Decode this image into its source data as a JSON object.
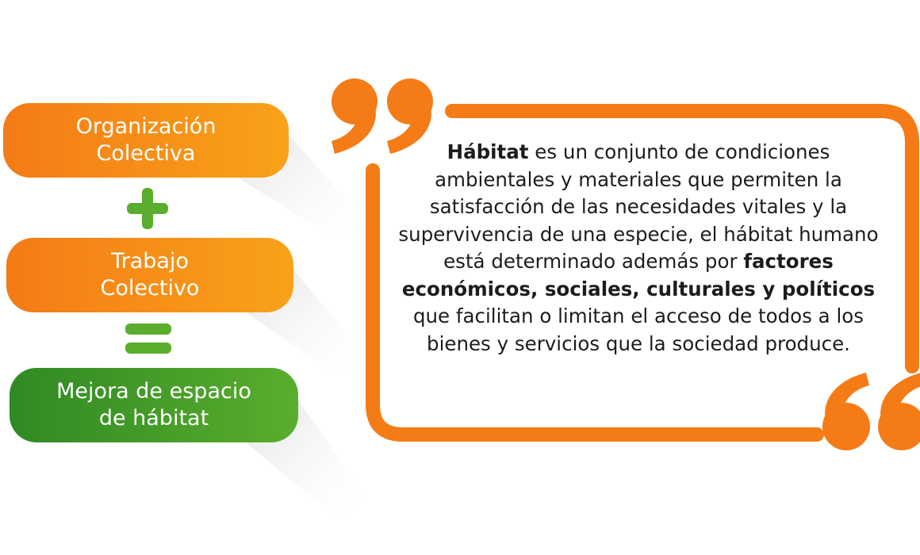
{
  "colors": {
    "orange": "#f47b16",
    "orange_light": "#f8a21a",
    "green": "#2f8a23",
    "green_light": "#5aad2d",
    "operator_green": "#5aad2d",
    "text": "#1c1c1c"
  },
  "equation": {
    "term1": {
      "line1": "Organización",
      "line2": "Colectiva"
    },
    "operator1": "plus-icon",
    "term2": {
      "line1": "Trabajo",
      "line2": "Colectivo"
    },
    "operator2": "equals-icon",
    "result": {
      "line1": "Mejora de espacio",
      "line2": "de hábitat"
    }
  },
  "quote": {
    "bold1": "Hábitat",
    "text1": " es un conjunto de condiciones ambientales y materiales que permiten la satisfacción de las necesidades vitales y la supervivencia de una especie, el hábitat humano está determinado además por ",
    "bold2": "factores económicos, sociales, culturales y políticos",
    "text2": " que facilitan o limitan el acceso de todos a los bienes y servicios que la  sociedad produce."
  }
}
